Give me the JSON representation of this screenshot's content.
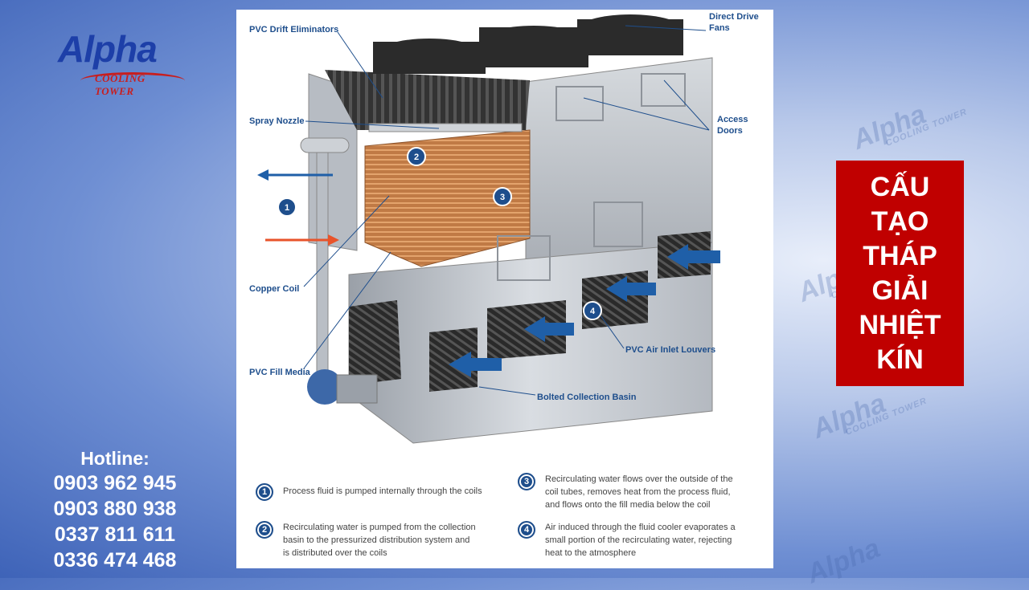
{
  "logo": {
    "brand": "Alpha",
    "subtitle": "COOLING TOWER"
  },
  "hotline": {
    "title": "Hotline:",
    "numbers": [
      "0903 962 945",
      "0903 880 938",
      "0337 811 611",
      "0336 474 468"
    ]
  },
  "diagram_labels": {
    "drift_eliminators": "PVC Drift Eliminators",
    "direct_drive_fans_1": "Direct Drive",
    "direct_drive_fans_2": "Fans",
    "spray_nozzle": "Spray Nozzle",
    "access_doors_1": "Access",
    "access_doors_2": "Doors",
    "copper_coil": "Copper Coil",
    "pvc_fill_media": "PVC Fill Media",
    "air_inlet_louvers": "PVC Air Inlet Louvers",
    "collection_basin": "Bolted Collection Basin",
    "marker_1": "1",
    "marker_2": "2",
    "marker_3": "3",
    "marker_4": "4"
  },
  "legend": [
    {
      "num": "1",
      "lines": [
        "Process fluid is pumped internally through the coils"
      ]
    },
    {
      "num": "2",
      "lines": [
        "Recirculating water is pumped from the collection",
        "basin to the pressurized distribution system and",
        "is distributed over the coils"
      ]
    },
    {
      "num": "3",
      "lines": [
        "Recirculating water flows over the outside of the",
        "coil tubes, removes heat from the process fluid,",
        "and flows onto the fill media below the coil"
      ]
    },
    {
      "num": "4",
      "lines": [
        "Air induced through the fluid cooler evaporates a",
        "small portion of the recirculating water, rejecting",
        "heat to the atmosphere"
      ]
    }
  ],
  "title_lines": [
    "CẤU",
    "TẠO",
    "THÁP",
    "GIẢI",
    "NHIỆT",
    "KÍN"
  ],
  "colors": {
    "accent_red": "#c00000",
    "label_blue": "#1e4e8c",
    "arrow_blue": "#1f5fa8",
    "arrow_orange": "#e8532a"
  }
}
